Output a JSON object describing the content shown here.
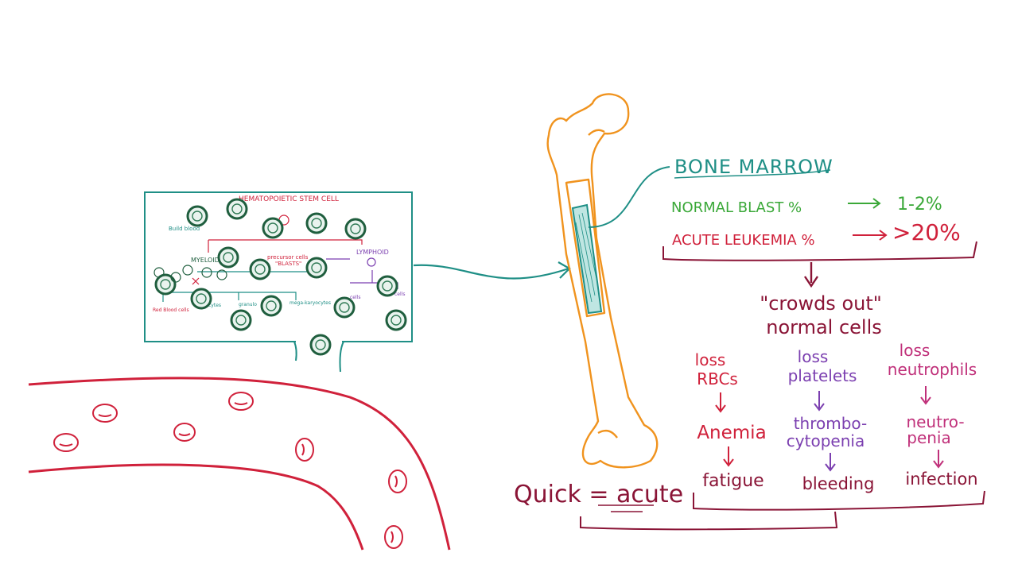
{
  "colors": {
    "teal": "#1f8f86",
    "green": "#3aa838",
    "red": "#d0213b",
    "maroon": "#8a1436",
    "purple": "#7b3fb0",
    "magenta": "#c0307a",
    "orange": "#f0931e",
    "cell_dark": "#1f5e3e"
  },
  "inset": {
    "title": "HEMATOPOIETIC STEM CELL",
    "build_blood": "Build blood",
    "myeloid": "MYELOID",
    "lymphoid": "LYMPHOID",
    "precursor": "precursor cells",
    "blasts": "\"BLASTS\"",
    "red_blood_cells": "Red Blood cells",
    "cytes": "cytes",
    "granulo": "granulo",
    "megakaryocytes": "mega-karyocytes",
    "cells_b": "cells",
    "cells_t": "cells"
  },
  "marrow": {
    "title": "BONE MARROW",
    "normal_label": "NORMAL BLAST %",
    "normal_value": "1-2%",
    "acute_label": "ACUTE LEUKEMIA %",
    "acute_value": ">20%"
  },
  "crowds": {
    "line1": "\"crowds out\"",
    "line2": "normal cells"
  },
  "columns": [
    {
      "loss": "loss",
      "what": "RBCs",
      "cond1": "Anemia",
      "cond2": "",
      "effect": "fatigue"
    },
    {
      "loss": "loss",
      "what": "platelets",
      "cond1": "thrombo-",
      "cond2": "cytopenia",
      "effect": "bleeding"
    },
    {
      "loss": "loss",
      "what": "neutrophils",
      "cond1": "neutro-",
      "cond2": "penia",
      "effect": "infection"
    }
  ],
  "quick": "Quick = acute"
}
